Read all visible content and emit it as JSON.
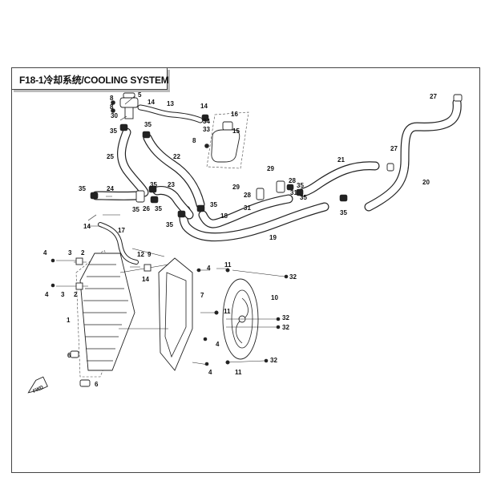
{
  "title": "F18-1冷却系统/COOLING SYSTEM",
  "fwd_label": "FWD",
  "callouts": [
    {
      "id": "c5",
      "text": "5"
    },
    {
      "id": "c8a",
      "text": "8"
    },
    {
      "id": "c8b",
      "text": "8"
    },
    {
      "id": "c30",
      "text": "30"
    },
    {
      "id": "c14a",
      "text": "14"
    },
    {
      "id": "c13",
      "text": "13"
    },
    {
      "id": "c14b",
      "text": "14"
    },
    {
      "id": "c16",
      "text": "16"
    },
    {
      "id": "c34",
      "text": "34"
    },
    {
      "id": "c33",
      "text": "33"
    },
    {
      "id": "c15",
      "text": "15"
    },
    {
      "id": "c8c",
      "text": "8"
    },
    {
      "id": "c35a",
      "text": "35"
    },
    {
      "id": "c35b",
      "text": "35"
    },
    {
      "id": "c25",
      "text": "25"
    },
    {
      "id": "c22",
      "text": "22"
    },
    {
      "id": "c27a",
      "text": "27"
    },
    {
      "id": "c27b",
      "text": "27"
    },
    {
      "id": "c20",
      "text": "20"
    },
    {
      "id": "c21",
      "text": "21"
    },
    {
      "id": "c29a",
      "text": "29"
    },
    {
      "id": "c28a",
      "text": "28"
    },
    {
      "id": "c35c",
      "text": "35"
    },
    {
      "id": "c31a",
      "text": "31"
    },
    {
      "id": "c29b",
      "text": "29"
    },
    {
      "id": "c28b",
      "text": "28"
    },
    {
      "id": "c31b",
      "text": "31"
    },
    {
      "id": "c35d",
      "text": "35"
    },
    {
      "id": "c18",
      "text": "18"
    },
    {
      "id": "c35e",
      "text": "35"
    },
    {
      "id": "c19",
      "text": "19"
    },
    {
      "id": "c35f",
      "text": "35"
    },
    {
      "id": "c24",
      "text": "24"
    },
    {
      "id": "c35g",
      "text": "35"
    },
    {
      "id": "c26",
      "text": "26"
    },
    {
      "id": "c35h",
      "text": "35"
    },
    {
      "id": "c23",
      "text": "23"
    },
    {
      "id": "c35i",
      "text": "35"
    },
    {
      "id": "c35j",
      "text": "35"
    },
    {
      "id": "c35k",
      "text": "35"
    },
    {
      "id": "c14c",
      "text": "14"
    },
    {
      "id": "c17",
      "text": "17"
    },
    {
      "id": "c4a",
      "text": "4"
    },
    {
      "id": "c3a",
      "text": "3"
    },
    {
      "id": "c2a",
      "text": "2"
    },
    {
      "id": "c12",
      "text": "12"
    },
    {
      "id": "c9",
      "text": "9"
    },
    {
      "id": "c14d",
      "text": "14"
    },
    {
      "id": "c4b",
      "text": "4"
    },
    {
      "id": "c11a",
      "text": "11"
    },
    {
      "id": "c32a",
      "text": "32"
    },
    {
      "id": "c4c",
      "text": "4"
    },
    {
      "id": "c3b",
      "text": "3"
    },
    {
      "id": "c2b",
      "text": "2"
    },
    {
      "id": "c7",
      "text": "7"
    },
    {
      "id": "c10",
      "text": "10"
    },
    {
      "id": "c1",
      "text": "1"
    },
    {
      "id": "c11b",
      "text": "11"
    },
    {
      "id": "c32b",
      "text": "32"
    },
    {
      "id": "c32c",
      "text": "32"
    },
    {
      "id": "c4d",
      "text": "4"
    },
    {
      "id": "c6a",
      "text": "6"
    },
    {
      "id": "c11c",
      "text": "11"
    },
    {
      "id": "c32d",
      "text": "32"
    },
    {
      "id": "c4e",
      "text": "4"
    },
    {
      "id": "c6b",
      "text": "6"
    }
  ]
}
